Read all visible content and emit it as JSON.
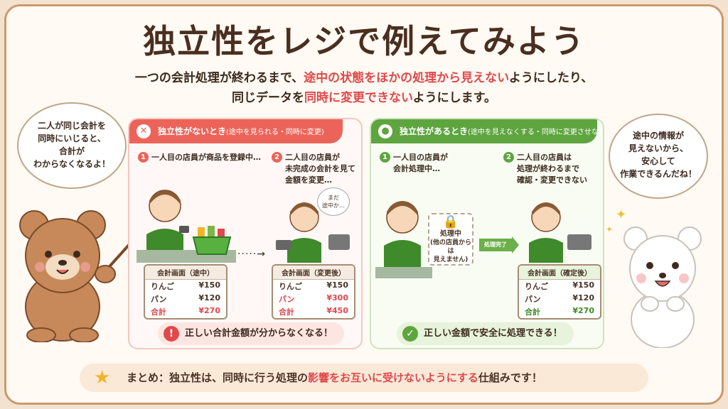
{
  "title": "独立性をレジで例えてみよう",
  "subtitle": {
    "line1_a": "一つの会計処理が終わるまで、",
    "line1_hl": "途中の状態をほかの処理から見えない",
    "line1_b": "ようにしたり、",
    "line2_a": "同じデータを",
    "line2_hl": "同時に変更できない",
    "line2_b": "ようにします。"
  },
  "bear_bubble": [
    "二人が同じ会計を",
    "同時にいじると、",
    "合計が",
    "わからなくなるよ！"
  ],
  "white_bear_bubble": [
    "途中の情報が",
    "見えないから、",
    "安心して",
    "作業できるんだね！"
  ],
  "panel_bad": {
    "head": "独立性がないとき",
    "head_note": "(途中を見られる・同時に変更)",
    "icon": "✕",
    "step1_num": "1",
    "step1": "一人目の店員が商品を登録中…",
    "step2_num": "2",
    "step2": [
      "二人目の店員が",
      "未完成の会計を見て",
      "金額を変更…"
    ],
    "thought": [
      "まだ",
      "途中か…"
    ],
    "arrow": "·····→",
    "screen1": {
      "title": "会計画面（途中）",
      "rows": [
        {
          "label": "りんご",
          "value": "¥150"
        },
        {
          "label": "パン",
          "value": "¥120"
        },
        {
          "label": "合計",
          "value": "¥270"
        }
      ]
    },
    "screen2": {
      "title": "会計画面（変更後）",
      "rows": [
        {
          "label": "りんご",
          "value": "¥150"
        },
        {
          "label": "パン",
          "value": "¥300"
        },
        {
          "label": "合計",
          "value": "¥450"
        }
      ]
    },
    "verdict_icon": "!",
    "verdict": "正しい合計金額が分からなくなる！"
  },
  "panel_good": {
    "head": "独立性があるとき",
    "head_note": "(途中を見えなくする・同時に変更させない)",
    "icon": "●",
    "step1_num": "1",
    "step1": [
      "一人目の店員が",
      "会計処理中…"
    ],
    "step2_num": "2",
    "step2": [
      "二人目の店員は",
      "処理が終わるまで",
      "確認・変更できない"
    ],
    "lock_icon": "🔒",
    "lock_title": "処理中",
    "lock_note": [
      "(他の店員からは",
      "見えません)"
    ],
    "done_label": "処理完了",
    "screen": {
      "title": "会計画面（確定後）",
      "rows": [
        {
          "label": "りんご",
          "value": "¥150"
        },
        {
          "label": "パン",
          "value": "¥120"
        },
        {
          "label": "合計",
          "value": "¥270"
        }
      ]
    },
    "verdict_icon": "✓",
    "verdict": "正しい金額で安全に処理できる！"
  },
  "summary": {
    "icon": "★",
    "a": "まとめ：独立性は、同時に行う処理の",
    "hl": "影響をお互いに受けないようにする",
    "b": "仕組みです！"
  },
  "colors": {
    "accent_red": "#e0484b",
    "accent_green": "#5ea53f",
    "frame": "#c99a6e"
  }
}
